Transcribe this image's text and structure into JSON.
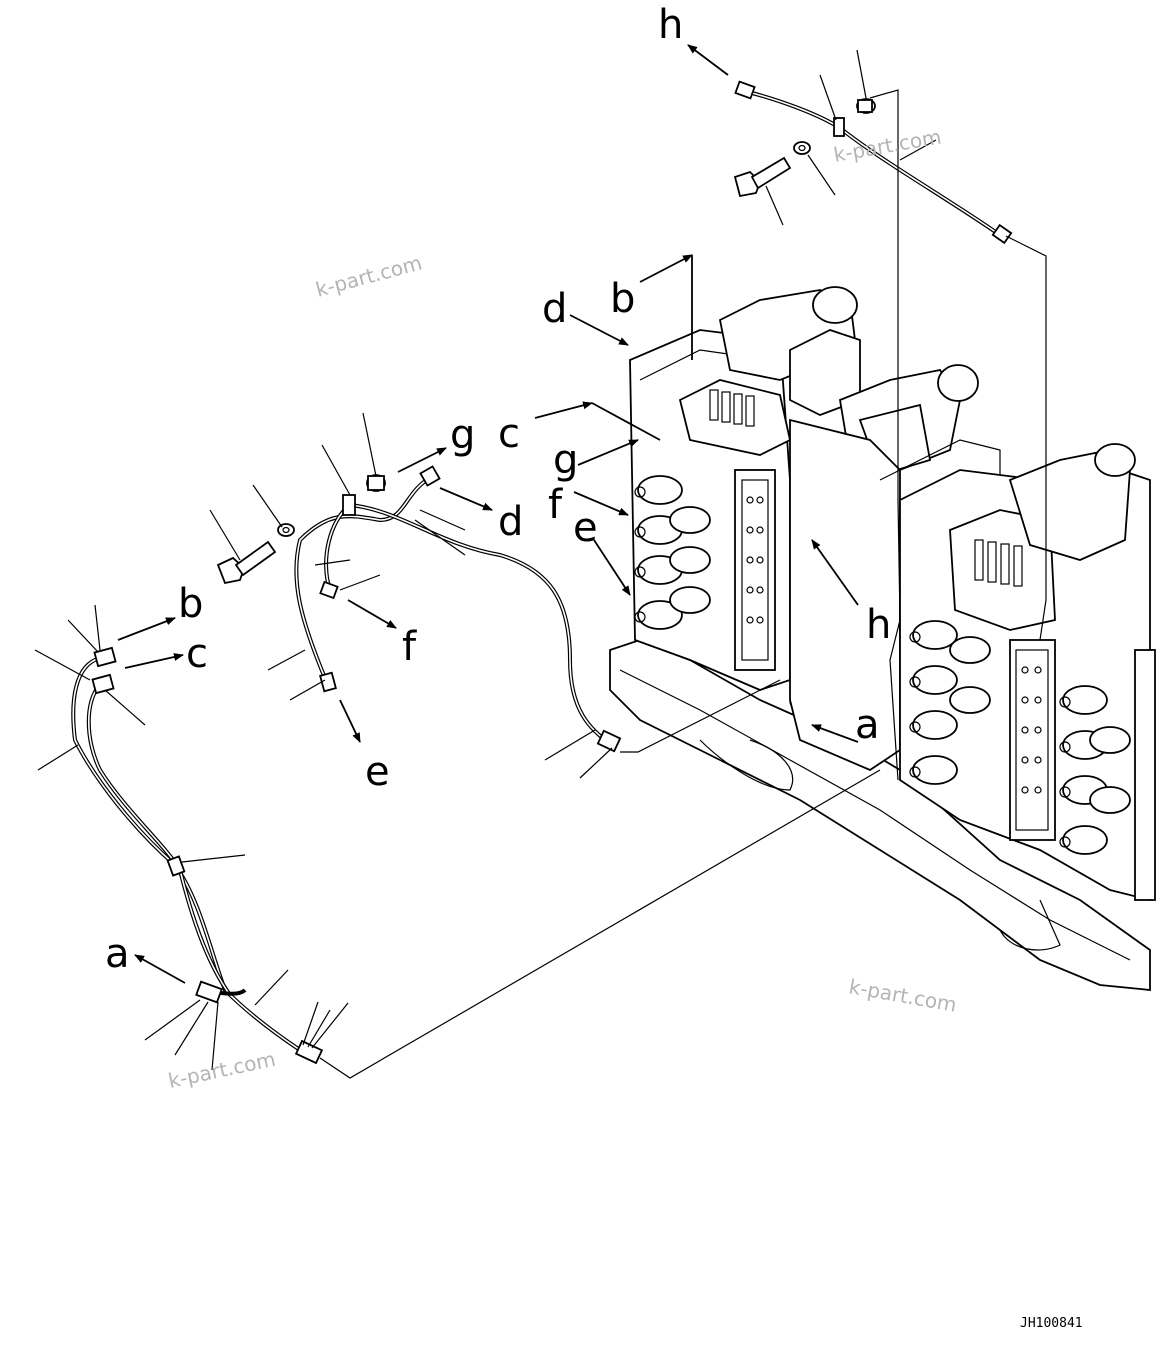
{
  "diagram": {
    "connection_labels": [
      "h",
      "b",
      "d",
      "c",
      "g",
      "f",
      "e",
      "h",
      "a",
      "g",
      "d",
      "b",
      "c",
      "f",
      "e",
      "a"
    ],
    "watermarks": [
      "k-part.com",
      "k-part.com",
      "k-part.com",
      "k-part.com"
    ],
    "drawing_code": "JH100841"
  }
}
